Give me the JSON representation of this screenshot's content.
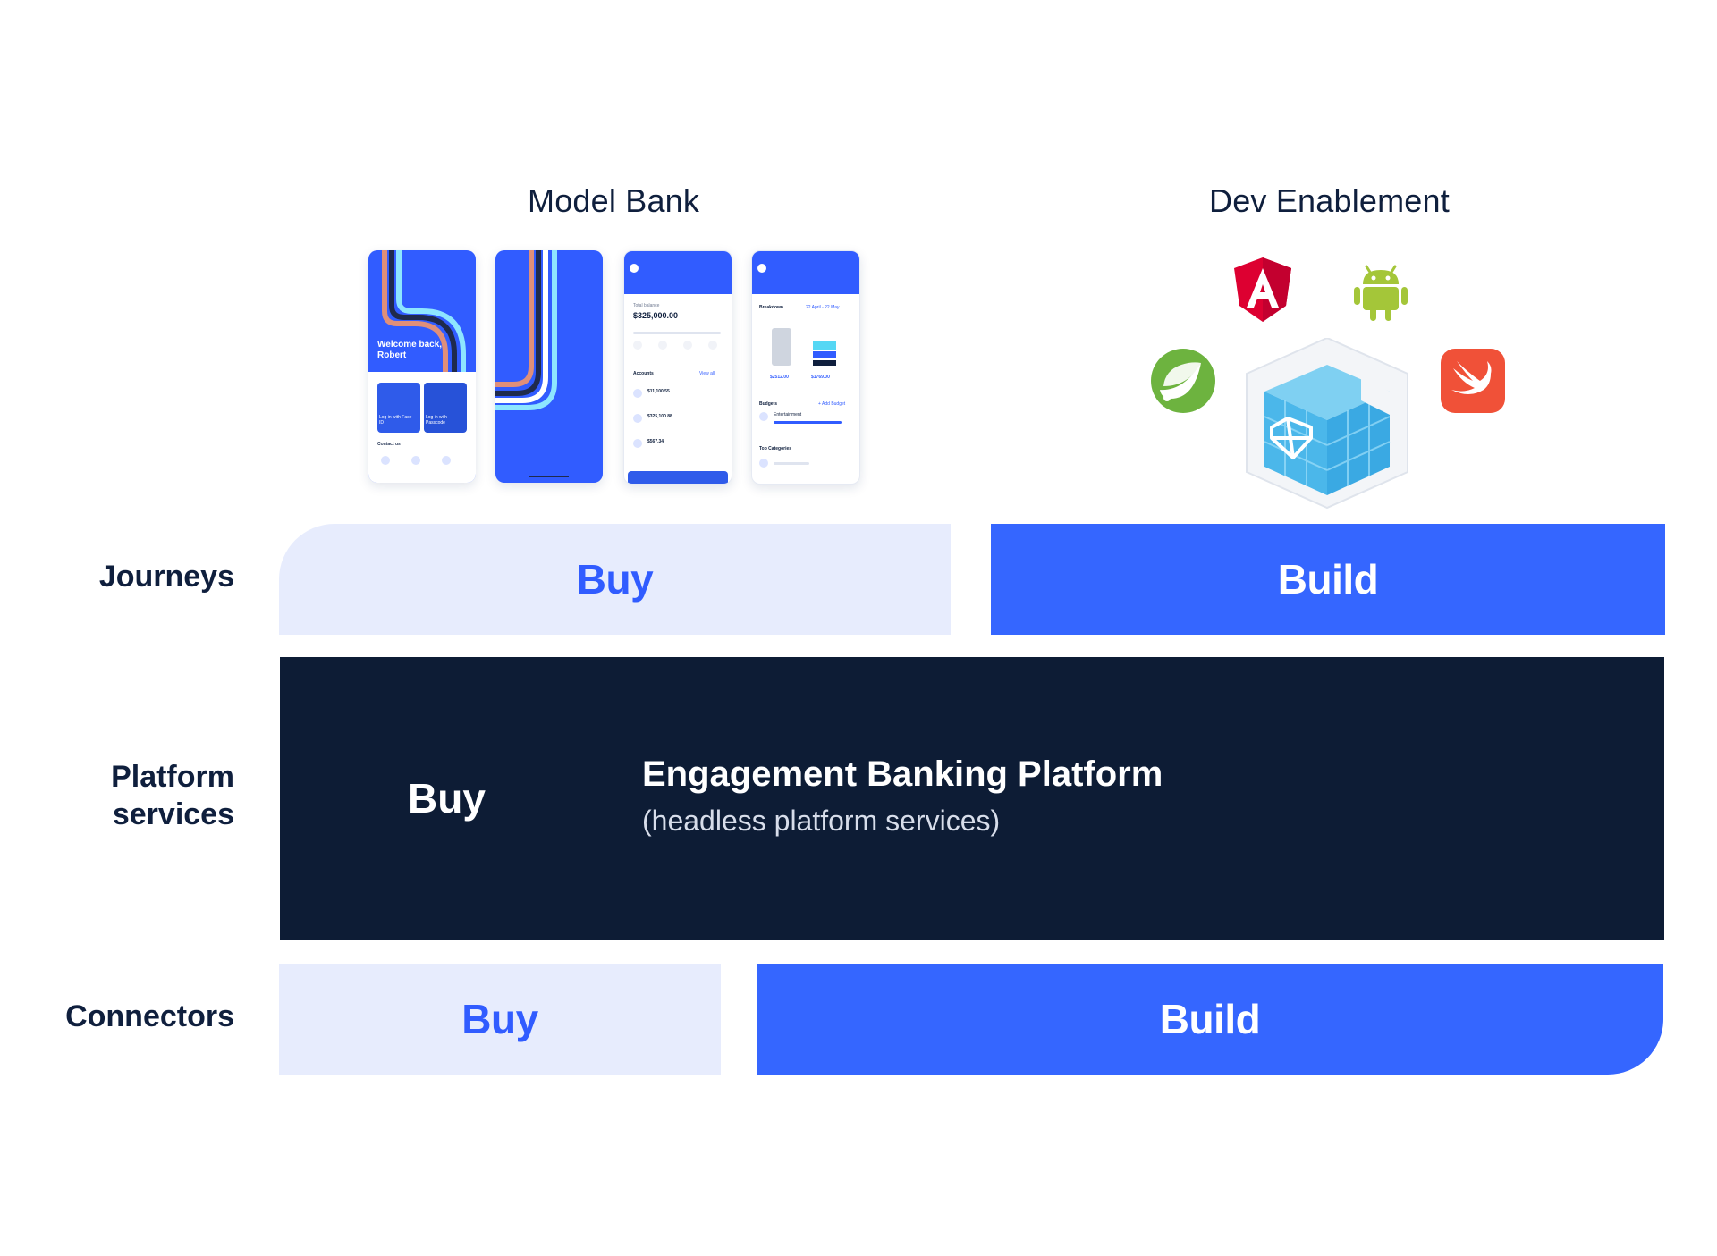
{
  "sections": {
    "left_title": "Model Bank",
    "right_title": "Dev Enablement"
  },
  "phones": {
    "welcome_text": "Welcome back, Robert",
    "login_face": "Log in with Face ID",
    "login_passcode": "Log in with Passcode",
    "contact_us": "Contact us",
    "balance_label": "Total balance",
    "balance_value": "$325,000.00",
    "accounts_label": "Accounts",
    "view_all": "View all",
    "account_1": "$11,100.55",
    "account_2": "$325,100.88",
    "account_3": "$567.34",
    "breakdown_label": "Breakdown",
    "date_range": "22 April - 22 May",
    "incoming": "$2512.00",
    "outgoing": "$1769.00",
    "budgets_label": "Budgets",
    "add_budget": "+ Add Budget",
    "entertainment": "Entertainment",
    "top_categories": "Top Categories"
  },
  "icons": {
    "angular": "angular-icon",
    "android": "android-icon",
    "spring": "spring-icon",
    "swift": "swift-icon",
    "cube": "cube-icon"
  },
  "rows": {
    "journeys": {
      "label": "Journeys",
      "buy": "Buy",
      "build": "Build"
    },
    "platform": {
      "label": "Platform\nservices",
      "buy": "Buy",
      "title": "Engagement Banking Platform",
      "subtitle": "(headless platform services)"
    },
    "connectors": {
      "label": "Connectors",
      "buy": "Buy",
      "build": "Build"
    }
  },
  "colors": {
    "primary": "#3566ff",
    "light_blue": "#e7ecfd",
    "navy": "#0d1c35"
  }
}
